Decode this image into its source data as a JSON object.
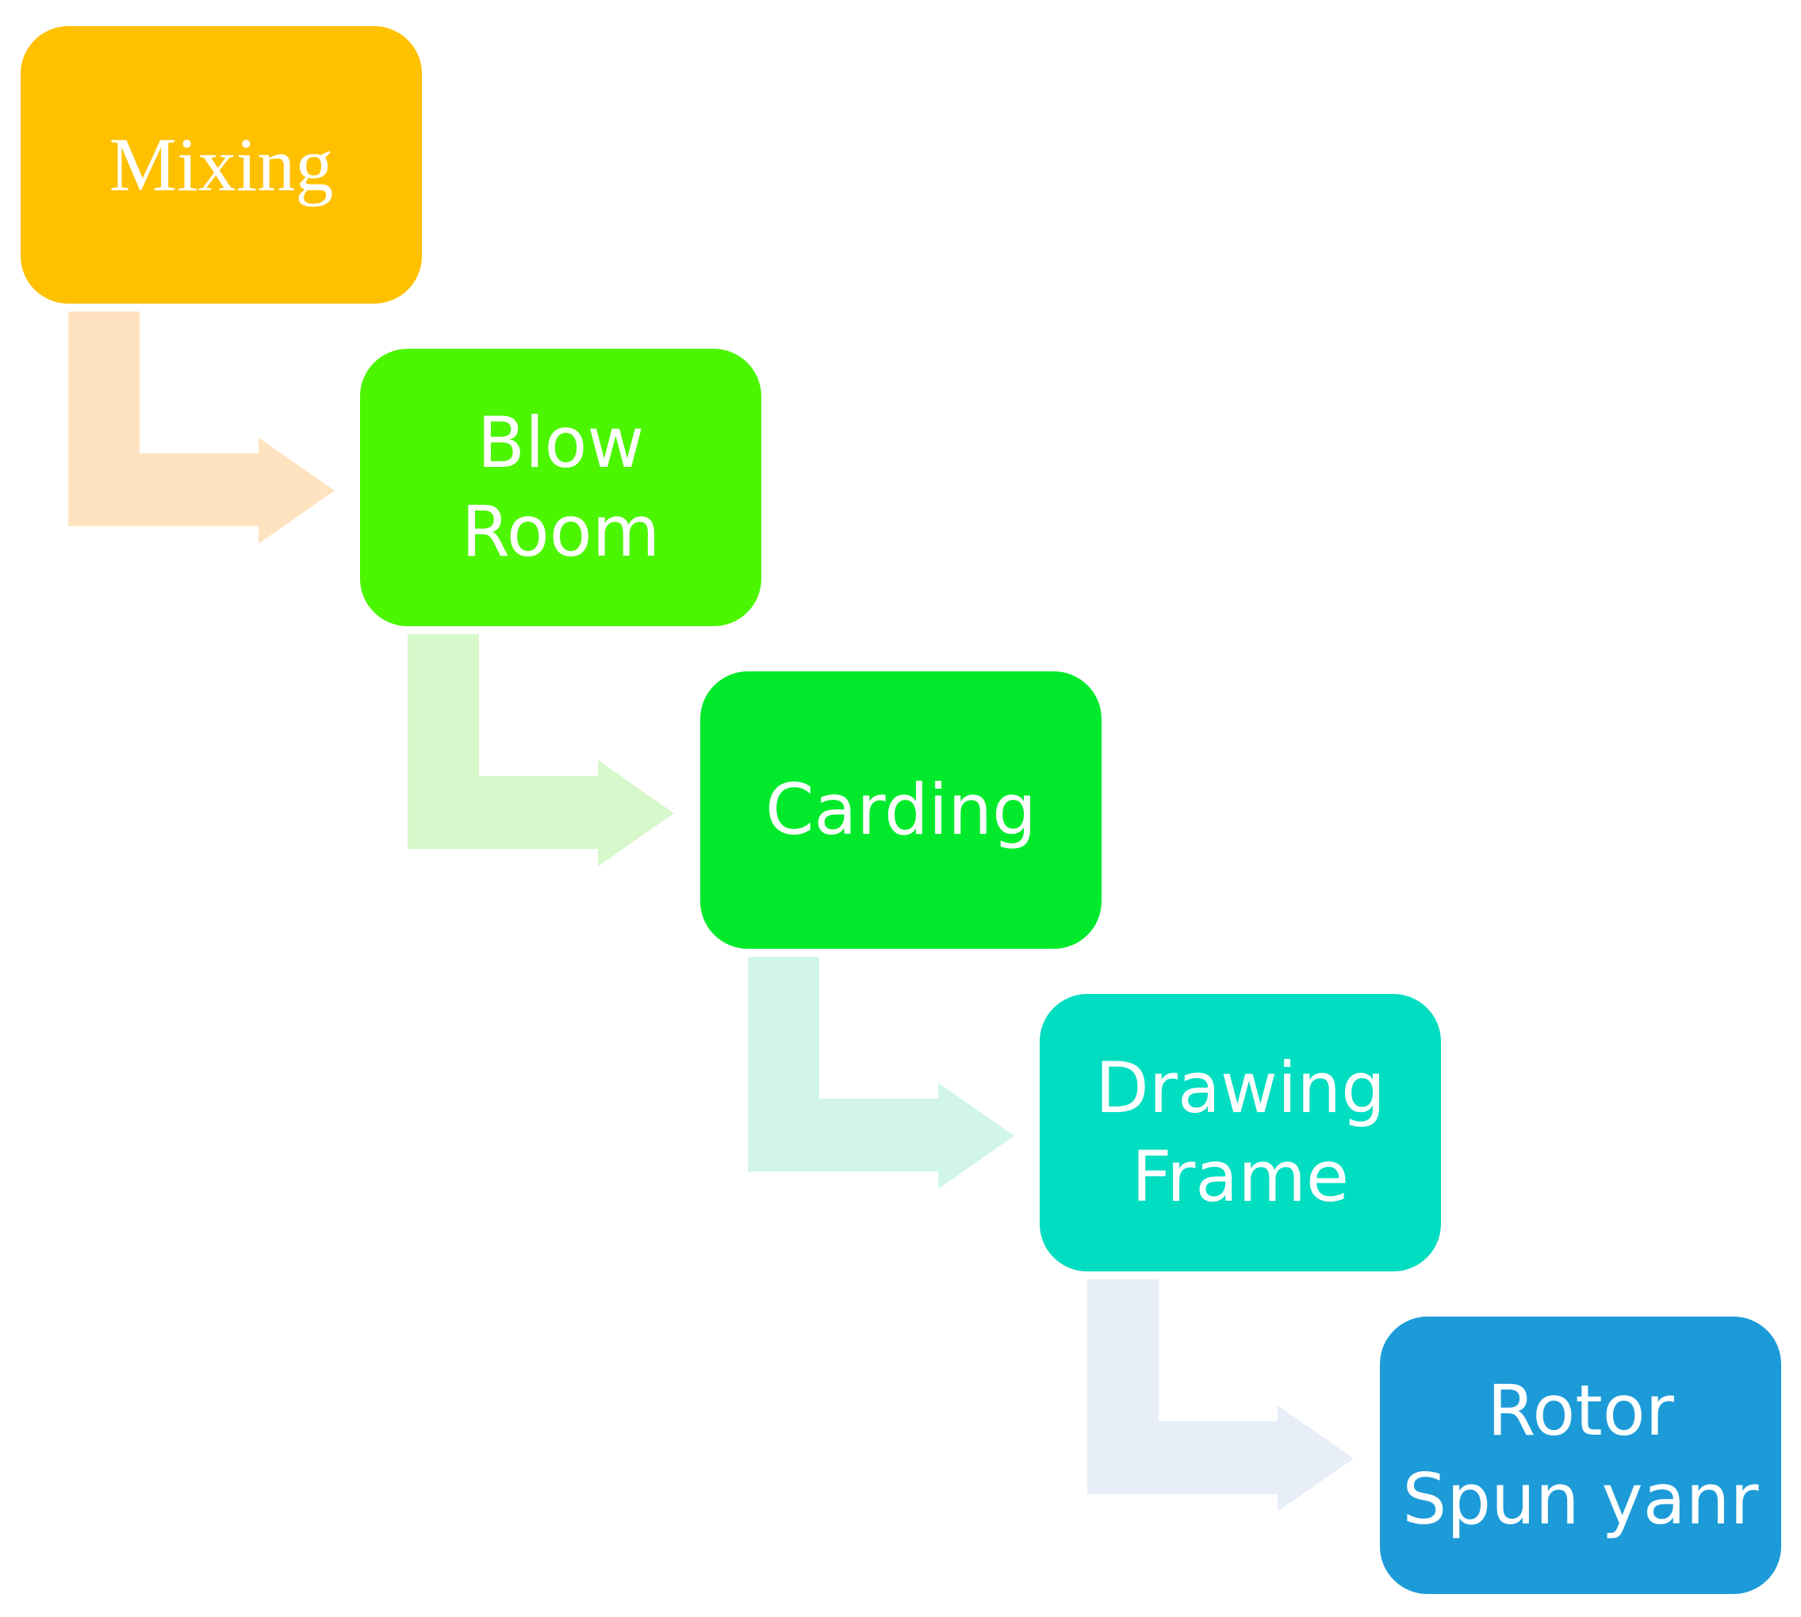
{
  "steps": [
    {
      "lines": [
        "Mixing"
      ],
      "color": "#FFC000"
    },
    {
      "lines": [
        "Blow",
        "Room"
      ],
      "color": "#4CF500"
    },
    {
      "lines": [
        "Carding"
      ],
      "color": "#00EA2B"
    },
    {
      "lines": [
        "Drawing",
        "Frame"
      ],
      "color": "#00DDC0"
    },
    {
      "lines": [
        "Rotor",
        "Spun yanr"
      ],
      "color": "#1C9BD8"
    }
  ],
  "connectors": [
    {
      "color": "#FFE3C0"
    },
    {
      "color": "#D7F8CB"
    },
    {
      "color": "#D1F6E8"
    },
    {
      "color": "#E7EEF8"
    }
  ]
}
